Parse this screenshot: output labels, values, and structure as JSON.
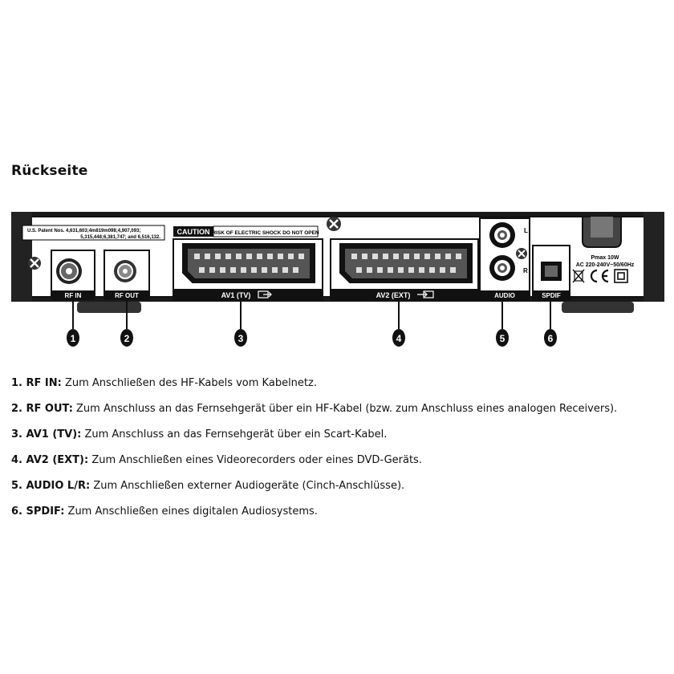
{
  "heading": "Rückseite",
  "panel": {
    "patent_line1": "U.S. Patent Nos. 4,631,603;4m819m098;4,907,093;",
    "patent_line2": "5,315,448;6,381,747; and 6,516,132.",
    "caution_label": "CAUTION",
    "caution_text": "RISK OF ELECTRIC SHOCK DO NOT OPEN",
    "ports": {
      "rf_in": "RF IN",
      "rf_out": "RF OUT",
      "av1": "AV1 (TV)",
      "av2": "AV2 (EXT)",
      "audio": "AUDIO",
      "audio_l": "L",
      "audio_r": "R",
      "spdif": "SPDIF"
    },
    "power_line1": "Pmax 10W",
    "power_line2": "AC 220-240V~50/60Hz",
    "marker_numbers": [
      "1",
      "2",
      "3",
      "4",
      "5",
      "6"
    ]
  },
  "descriptions": [
    {
      "term": "1. RF IN:",
      "text": " Zum Anschließen des HF-Kabels vom Kabelnetz."
    },
    {
      "term": "2. RF OUT:",
      "text": " Zum Anschluss an das Fernsehgerät über ein HF-Kabel (bzw. zum Anschluss eines analogen Receivers)."
    },
    {
      "term": "3. AV1 (TV):",
      "text": " Zum Anschluss an das Fernsehgerät über ein Scart-Kabel."
    },
    {
      "term": "4. AV2 (EXT):",
      "text": " Zum Anschließen eines Videorecorders oder eines DVD-Geräts."
    },
    {
      "term": "5. AUDIO L/R:",
      "text": " Zum Anschließen externer Audiogeräte (Cinch-Anschlüsse)."
    },
    {
      "term": "6. SPDIF:",
      "text": " Zum Anschließen eines digitalen Audiosystems."
    }
  ]
}
